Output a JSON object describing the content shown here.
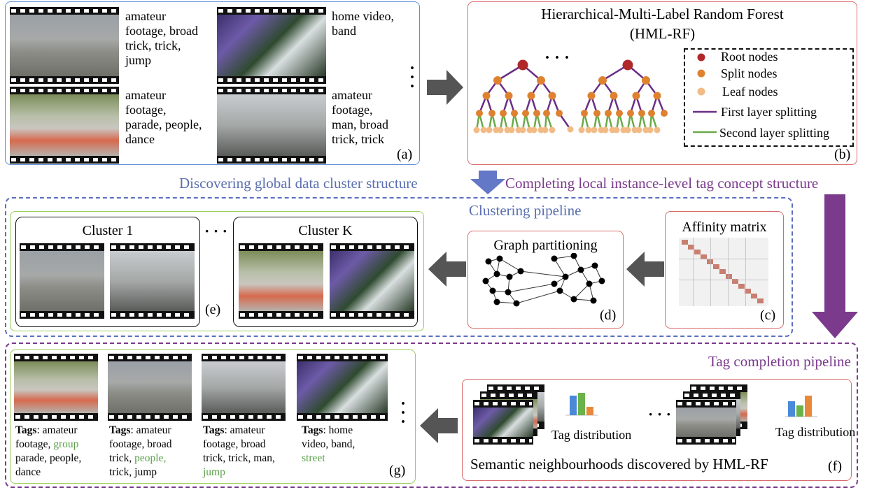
{
  "panel_a": {
    "items": [
      {
        "tags": [
          "amateur",
          "footage, broad",
          "trick, trick,",
          "jump"
        ]
      },
      {
        "tags": [
          "home video,",
          "band"
        ]
      },
      {
        "tags": [
          "amateur",
          "footage,",
          "parade, people,",
          "dance"
        ]
      },
      {
        "tags": [
          "amateur",
          "footage,",
          "man, broad",
          "trick, trick"
        ]
      }
    ],
    "ellipsis": "·\n·\n·",
    "label": "(a)"
  },
  "panel_b": {
    "title": "Hierarchical-Multi-Label Random Forest",
    "subtitle": "(HML-RF)",
    "ellipsis": "· · ·",
    "legend": {
      "root": "Root nodes",
      "split": "Split nodes",
      "leaf": "Leaf nodes",
      "first": "First layer splitting",
      "second": "Second layer splitting"
    },
    "label": "(b)"
  },
  "links": {
    "left": "Discovering global data cluster structure",
    "right": "Completing local instance-level tag concept structure"
  },
  "clustering": {
    "title": "Clustering pipeline",
    "cluster1": "Cluster 1",
    "clusterk": "Cluster K",
    "dots": "· · ·",
    "label_e": "(e)",
    "graph_title": "Graph partitioning",
    "label_d": "(d)",
    "affinity_title": "Affinity matrix",
    "label_c": "(c)"
  },
  "tagcompletion": {
    "title": "Tag completion pipeline",
    "results": [
      {
        "bold": "Tags",
        "lines": [
          [
            ": amateur",
            ""
          ],
          [
            "footage, ",
            "group"
          ],
          [
            "parade, people,",
            ""
          ],
          [
            "dance",
            ""
          ]
        ]
      },
      {
        "bold": "Tags",
        "lines": [
          [
            ": amateur",
            ""
          ],
          [
            "footage, broad",
            ""
          ],
          [
            "trick, ",
            "people,"
          ],
          [
            "trick, jump",
            ""
          ]
        ]
      },
      {
        "bold": "Tags",
        "lines": [
          [
            ": amateur",
            ""
          ],
          [
            "footage, broad",
            ""
          ],
          [
            "trick, trick, man,",
            ""
          ],
          [
            "",
            "jump"
          ]
        ]
      },
      {
        "bold": "Tags",
        "lines": [
          [
            ": home",
            ""
          ],
          [
            "video, band,",
            ""
          ],
          [
            "",
            "street"
          ]
        ]
      }
    ],
    "ellipsis": "·\n·\n·",
    "label_g": "(g)",
    "tag_dist_1": "Tag distribution",
    "tag_dist_2": "Tag distribution",
    "dots": "· · ·",
    "caption": "Semantic neighbourhoods discovered by HML-RF",
    "label_f": "(f)"
  },
  "colors": {
    "blue_border": "#5b8fd6",
    "red_border": "#d86b6b",
    "green_border": "#9ccc57",
    "purple": "#7b3a8c",
    "blue_text": "#5a6fb0",
    "arrow_gray": "#555555",
    "tag_green": "#5aa04a"
  }
}
